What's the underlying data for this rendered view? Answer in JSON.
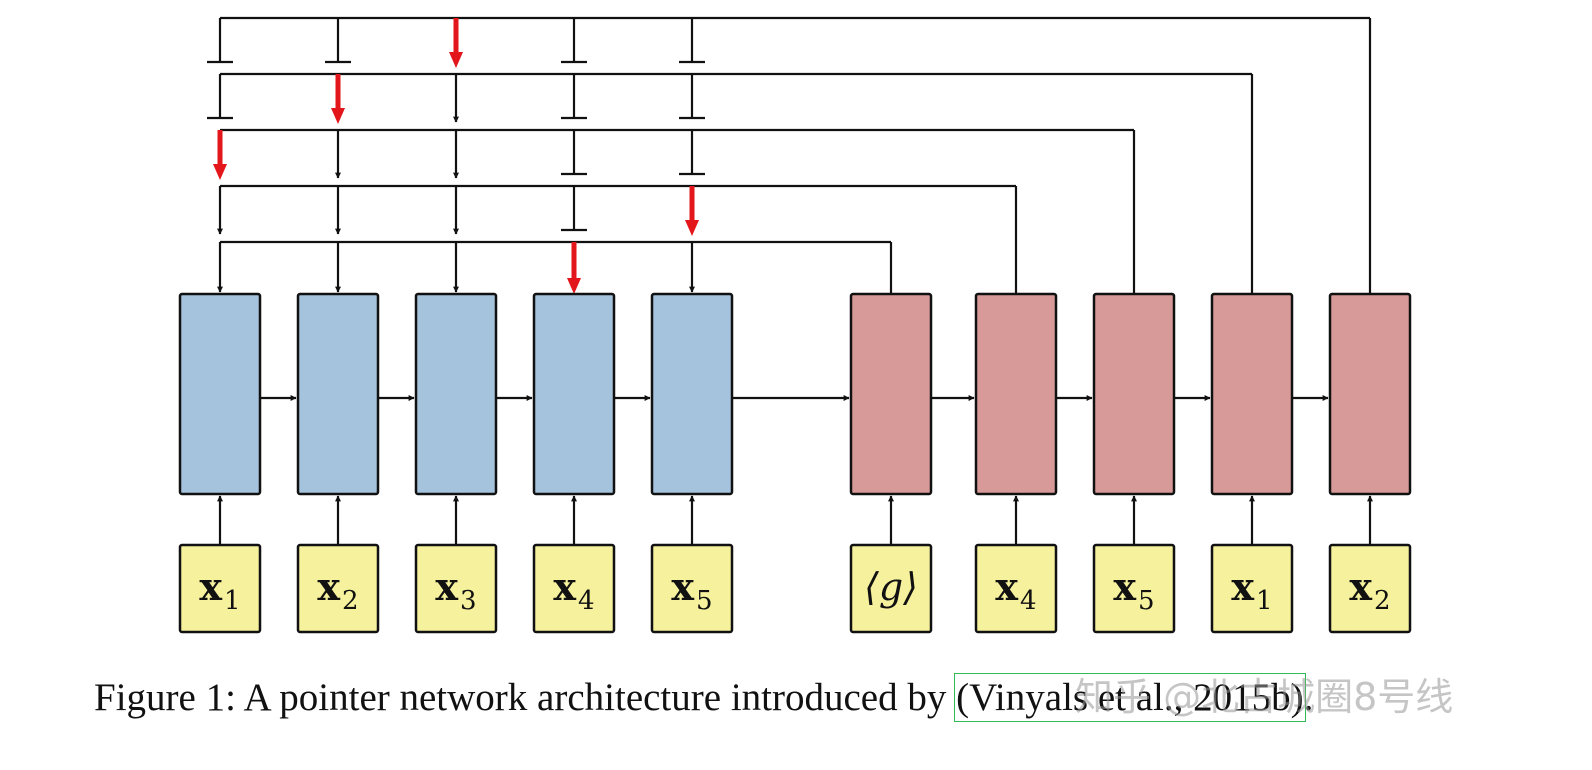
{
  "colors": {
    "encoder_fill": "#a6c3de",
    "decoder_fill": "#d89a99",
    "input_fill": "#f5f19d",
    "attention_highlight": "#e3161b",
    "line": "#111111",
    "citation_outline": "#33bb55"
  },
  "encoder": {
    "inputs": [
      {
        "symbol": "x",
        "sub": "1"
      },
      {
        "symbol": "x",
        "sub": "2"
      },
      {
        "symbol": "x",
        "sub": "3"
      },
      {
        "symbol": "x",
        "sub": "4"
      },
      {
        "symbol": "x",
        "sub": "5"
      }
    ]
  },
  "decoder": {
    "inputs": [
      {
        "symbol": "⟨g⟩",
        "sub": ""
      },
      {
        "symbol": "x",
        "sub": "4"
      },
      {
        "symbol": "x",
        "sub": "5"
      },
      {
        "symbol": "x",
        "sub": "1"
      },
      {
        "symbol": "x",
        "sub": "2"
      }
    ],
    "pointer_targets": [
      4,
      5,
      1,
      2,
      3
    ]
  },
  "caption": {
    "text": "Figure 1: A pointer network architecture introduced by ",
    "citation": "(Vinyals et al., 2015b)",
    "end": "."
  },
  "watermark": "知乎 @北古城圈8号线"
}
